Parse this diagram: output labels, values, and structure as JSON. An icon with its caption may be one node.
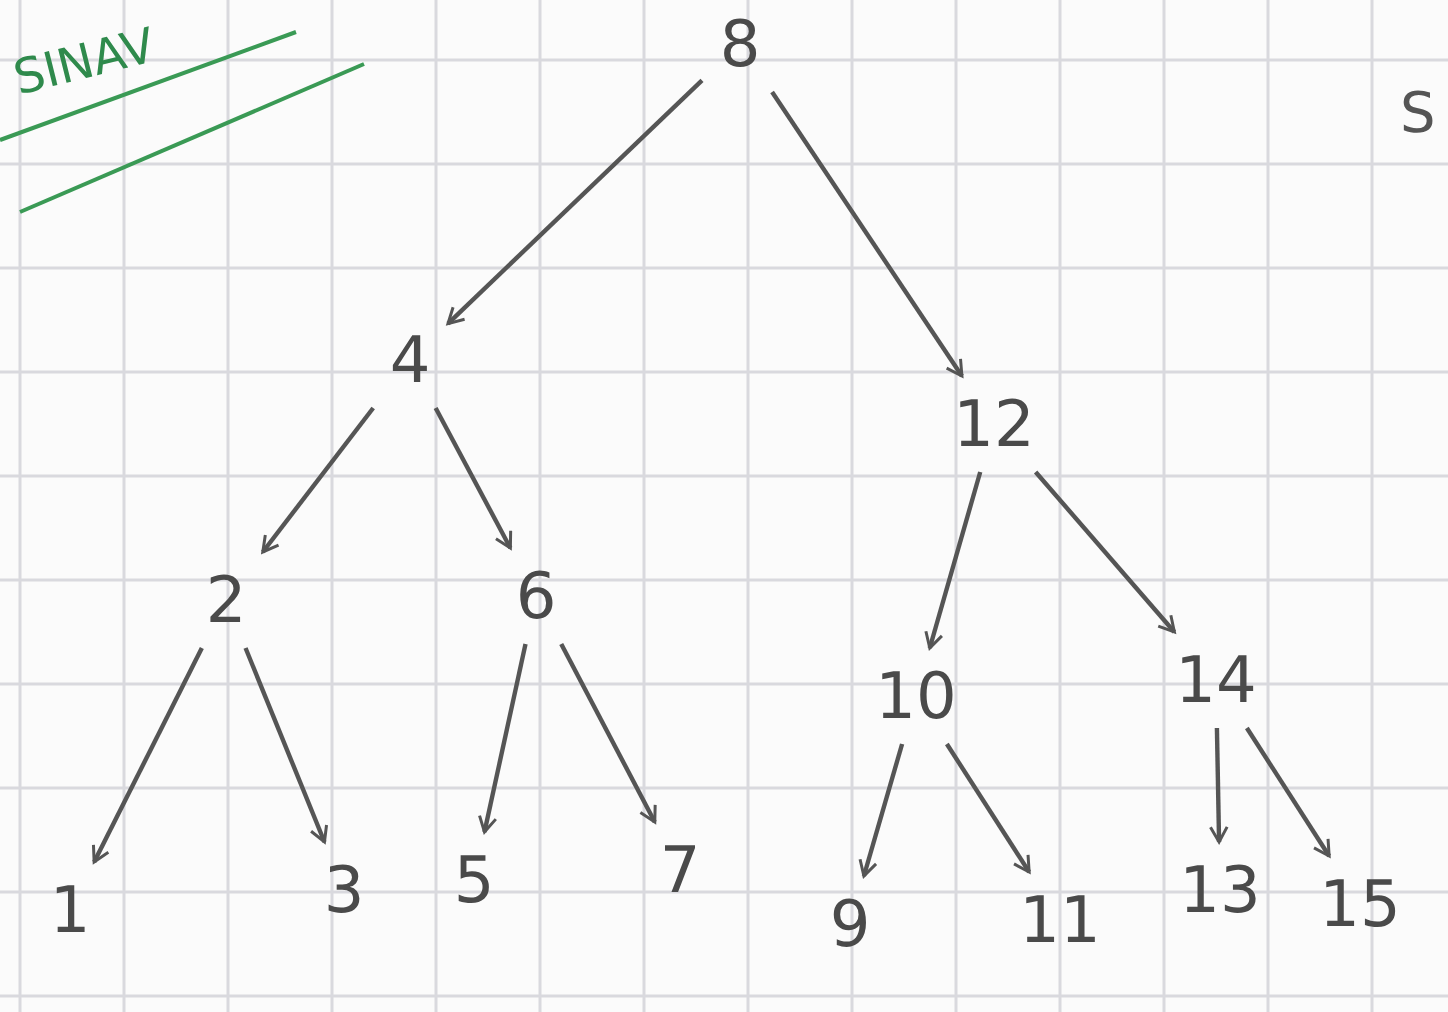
{
  "diagram": {
    "nodes": [
      {
        "text": [
          "8"
        ]
      },
      {
        "text": [
          "4"
        ]
      },
      {
        "text": [
          "12"
        ]
      },
      {
        "text": [
          "2"
        ]
      },
      {
        "text": [
          "6"
        ]
      },
      {
        "text": [
          "10"
        ]
      },
      {
        "text": [
          "14"
        ]
      },
      {
        "text": [
          "1"
        ]
      },
      {
        "text": [
          "3"
        ]
      },
      {
        "text": [
          "5"
        ]
      },
      {
        "text": [
          "7"
        ]
      },
      {
        "text": [
          "9"
        ]
      },
      {
        "text": [
          "11"
        ]
      },
      {
        "text": [
          "13"
        ]
      },
      {
        "text": [
          "15"
        ]
      }
    ],
    "edges": [
      {
        "from": 0,
        "to": 1,
        "arrow": "to"
      },
      {
        "from": 0,
        "to": 2,
        "arrow": "to"
      },
      {
        "from": 1,
        "to": 3,
        "arrow": "to"
      },
      {
        "from": 1,
        "to": 4,
        "arrow": "to"
      },
      {
        "from": 2,
        "to": 5,
        "arrow": "to"
      },
      {
        "from": 2,
        "to": 6,
        "arrow": "to"
      },
      {
        "from": 3,
        "to": 7,
        "arrow": "to"
      },
      {
        "from": 3,
        "to": 8,
        "arrow": "to"
      },
      {
        "from": 4,
        "to": 9,
        "arrow": "to"
      },
      {
        "from": 4,
        "to": 10,
        "arrow": "to"
      },
      {
        "from": 5,
        "to": 11,
        "arrow": "to"
      },
      {
        "from": 5,
        "to": 12,
        "arrow": "to"
      },
      {
        "from": 6,
        "to": 13,
        "arrow": "to"
      },
      {
        "from": 6,
        "to": 14,
        "arrow": "to"
      }
    ],
    "labels": [
      "SINAV",
      "S"
    ]
  }
}
